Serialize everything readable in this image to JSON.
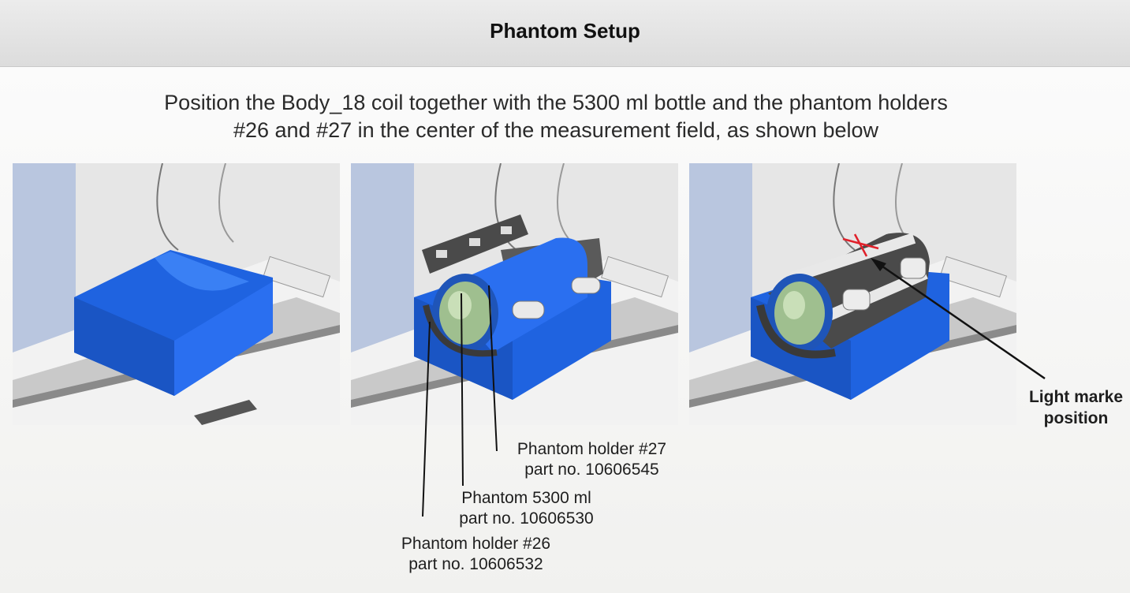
{
  "window": {
    "title": "Phantom Setup"
  },
  "instruction": {
    "line1": "Position the Body_18 coil together with the 5300 ml bottle and the phantom holders",
    "line2": "#26 and #27 in the center of the measurement field, as shown below"
  },
  "callouts": {
    "holder27": {
      "line1": "Phantom holder #27",
      "line2": "part no. 10606545"
    },
    "bottle": {
      "line1": "Phantom 5300 ml",
      "line2": "part no. 10606530"
    },
    "holder26": {
      "line1": "Phantom holder #26",
      "line2": "part no. 10606532"
    },
    "light_marker": {
      "line1": "Light marke",
      "line2": "position"
    }
  },
  "colors": {
    "holder_blue": "#1f63e0",
    "coil_gray": "#4a4a4a",
    "bottle_green": "#9fbf8f",
    "marker_red": "#e0202a",
    "scanner_gray": "#d6d6d6"
  },
  "icons": [
    "mri-bore-illustration",
    "phantom-holder-illustration",
    "phantom-bottle-illustration",
    "coil-illustration",
    "light-marker-cross"
  ]
}
